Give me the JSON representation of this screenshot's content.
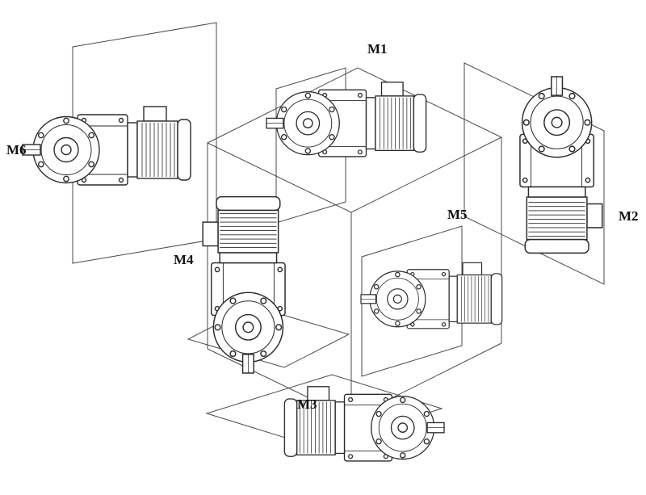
{
  "diagram": {
    "background_color": "#ffffff",
    "line_color": "#2b2b2b",
    "panel_line_color": "#4a4a4a",
    "label_color": "#111111",
    "positions": [
      {
        "label": "M1",
        "drawing": "gearmotor-horizontal-shaft-left"
      },
      {
        "label": "M2",
        "drawing": "gearmotor-vertical-shaft-up"
      },
      {
        "label": "M3",
        "drawing": "gearmotor-horizontal-shaft-right"
      },
      {
        "label": "M4",
        "drawing": "gearmotor-vertical-shaft-down"
      },
      {
        "label": "M5",
        "drawing": "gearmotor-horizontal-shaft-left"
      },
      {
        "label": "M6",
        "drawing": "gearmotor-horizontal-shaft-left"
      }
    ]
  }
}
